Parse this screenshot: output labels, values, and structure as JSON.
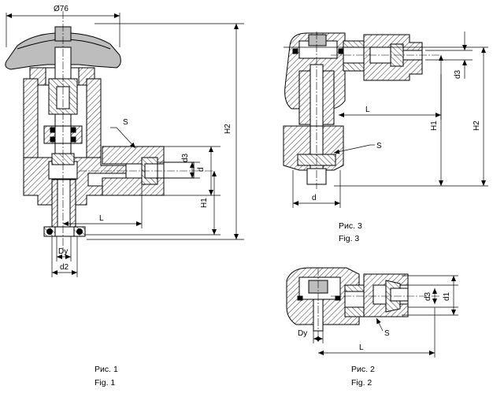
{
  "fig1": {
    "caption_ru": "Рис. 1",
    "caption_en": "Fig.  1",
    "labels": {
      "diameter": "Ø76",
      "H2": "H2",
      "H1": "H1",
      "d3": "d3",
      "d": "d",
      "L": "L",
      "S": "S",
      "Dy": "Dy",
      "d2": "d2"
    }
  },
  "fig3": {
    "caption_ru": "Рис. 3",
    "caption_en": "Fig.  3",
    "labels": {
      "L": "L",
      "H1": "H1",
      "H2": "H2",
      "d3": "d3",
      "d": "d",
      "S": "S"
    }
  },
  "fig2": {
    "caption_ru": "Рис. 2",
    "caption_en": "Fig.  2",
    "labels": {
      "d3": "d3",
      "d1": "d1",
      "Dy": "Dy",
      "L": "L",
      "S": "S"
    }
  }
}
